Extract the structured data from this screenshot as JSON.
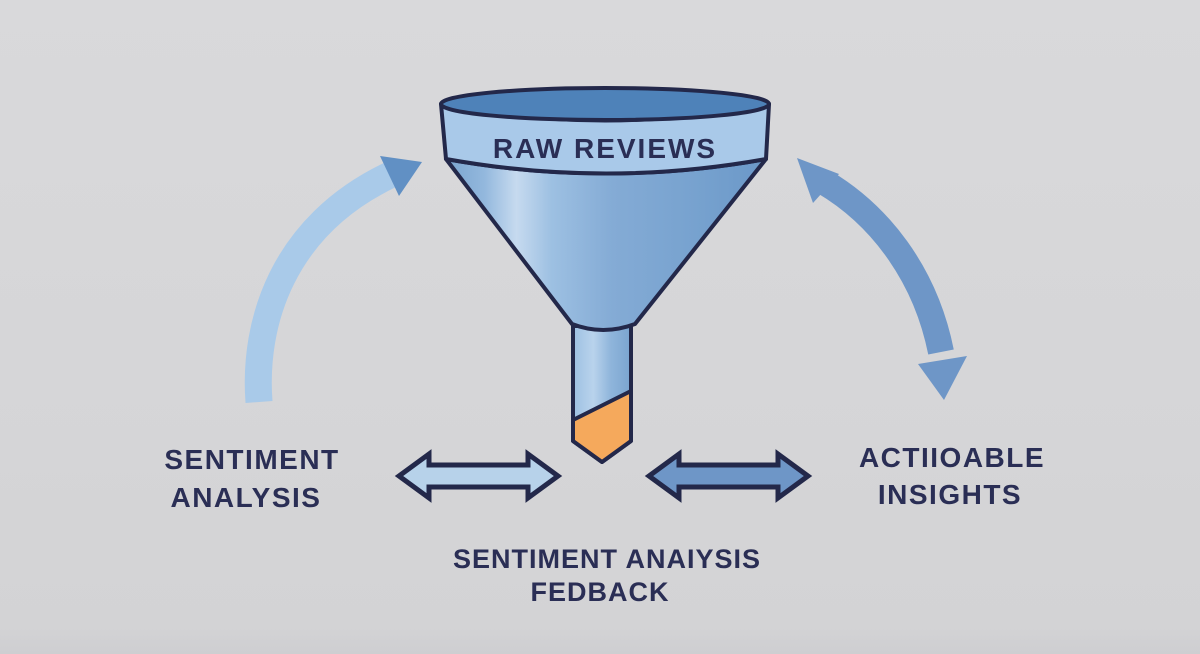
{
  "diagram": {
    "title_semantic": "review-sentiment-funnel-diagram",
    "funnel": {
      "top_label": "RAW REVIEWS"
    },
    "labels": {
      "left": {
        "line1": "SENTIMENT",
        "line2": "ANALYSIS"
      },
      "right": {
        "line1": "ACTIIOABLE",
        "line2": "INSIGHTS"
      },
      "bottom": {
        "line1": "SENTIMENT ANAIYSIS",
        "line2": "FEDBACK"
      }
    },
    "icons": [
      "curved-arrow-left-icon",
      "curved-arrow-right-icon",
      "double-arrow-left-icon",
      "double-arrow-right-icon",
      "funnel-icon"
    ],
    "colors": {
      "background": "#d6d6d8",
      "outline_navy": "#23284a",
      "text_navy": "#2a2e55",
      "funnel_top_ellipse": "#4e82b9",
      "funnel_rim_band": "#a9c9e9",
      "funnel_cone_highlight": "#c6daef",
      "funnel_cone_mid": "#84abd5",
      "funnel_cone_dark": "#6b98c8",
      "spout_blue": "#9dc0e2",
      "spout_orange": "#f5a95c",
      "arrow_light_blue": "#a9cae9",
      "arrow_light_fill": "#b7d2ea",
      "arrow_medium_blue": "#6e96c7",
      "arrowhead_blue": "#6190c4"
    }
  }
}
